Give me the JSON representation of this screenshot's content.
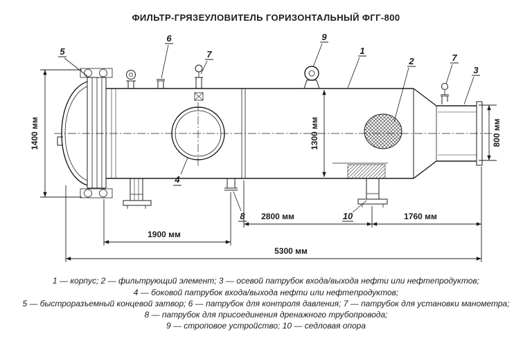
{
  "title": "ФИЛЬТР-ГРЯЗЕУЛОВИТЕЛЬ ГОРИЗОНТАЛЬНЫЙ ФГГ-800",
  "colors": {
    "line": "#1b1b1b",
    "background": "#ffffff"
  },
  "callouts": {
    "c1": "1",
    "c2": "2",
    "c3": "3",
    "c4": "4",
    "c5": "5",
    "c6": "6",
    "c7": "7",
    "c8": "8",
    "c9": "9",
    "c10": "10"
  },
  "dimensions": {
    "closure_height": "1400 мм",
    "body_diameter": "1300 мм",
    "nozzle_diameter": "800 мм",
    "seam_to_support": "2800 мм",
    "support_to_flange_end": "1760 мм",
    "front_section_length": "1900 мм",
    "total_length": "5300 мм"
  },
  "legend": [
    "1 — корпус; 2 — фильтрующий элемент; 3 — осевой патрубок входа/выхода нефти или нефтепродуктов;",
    "4 — боковой патрубок входа/выхода нефти или нефтепродуктов;",
    "5 — быстроразъемный концевой затвор; 6 — патрубок для контроля давления; 7 — патрубок для установки манометра;",
    "8 — патрубок для присоединения дренажного трубопровода;",
    "9 — строповое устройство; 10 — седловая опора"
  ]
}
